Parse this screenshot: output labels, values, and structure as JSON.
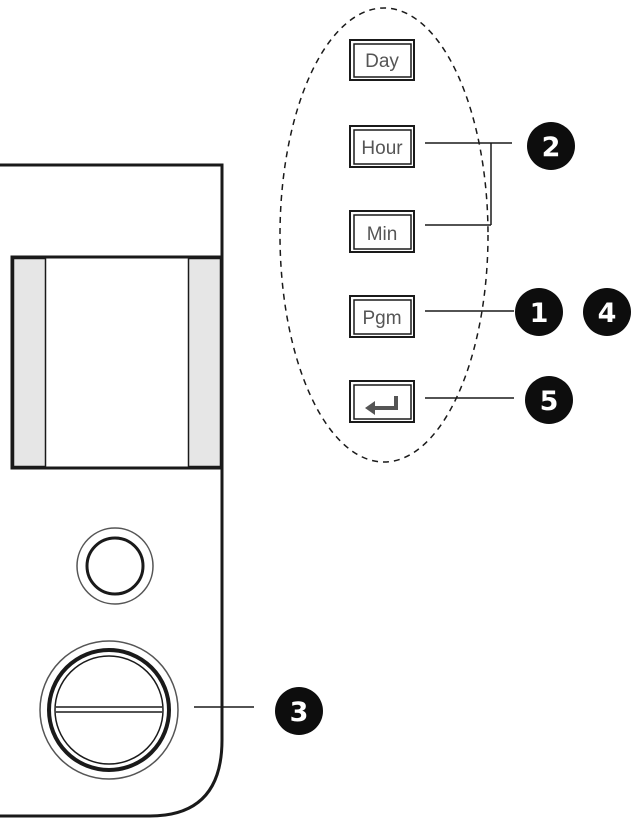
{
  "buttons": {
    "day": "Day",
    "hour": "Hour",
    "min": "Min",
    "pgm": "Pgm",
    "enter_icon": "enter-arrow-icon"
  },
  "callouts": {
    "c1": "1",
    "c2": "2",
    "c3": "3",
    "c4": "4",
    "c5": "5"
  },
  "colors": {
    "line": "#1a1a1a",
    "button_text": "#555555",
    "window_side": "#e6e6e6",
    "callout_fill": "#0d0d0d"
  }
}
